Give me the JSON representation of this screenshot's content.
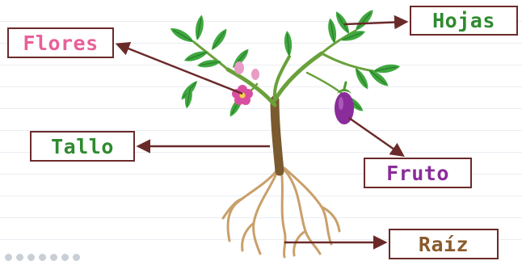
{
  "labels": {
    "flores": "Flores",
    "hojas": "Hojas",
    "tallo": "Tallo",
    "fruto": "Fruto",
    "raiz": "Raíz"
  },
  "colors": {
    "flores": "#e8609a",
    "hojas": "#2f8a2f",
    "tallo": "#2f8a2f",
    "fruto": "#8a2c9a",
    "raiz": "#8b5a2b",
    "label_border": "#6b2a2a",
    "arrow": "#6b2a2a",
    "leaf": "#3fa83f",
    "stem": "#7a5a2e",
    "root": "#c9a06a",
    "eggplant": "#8a2c9a",
    "flower": "#d94fa0"
  }
}
